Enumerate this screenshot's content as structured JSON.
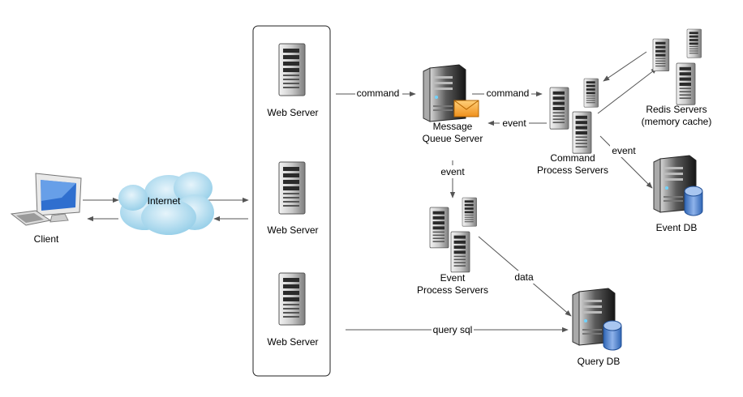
{
  "client": {
    "label": "Client"
  },
  "internet": {
    "label": "Internet"
  },
  "web_servers": [
    {
      "label": "Web  Server"
    },
    {
      "label": "Web  Server"
    },
    {
      "label": "Web  Server"
    }
  ],
  "mq": {
    "line1": "Message",
    "line2": "Queue Server"
  },
  "cmd_servers": {
    "line1": "Command",
    "line2": "Process Servers"
  },
  "redis": {
    "line1": "Redis Servers",
    "line2": "(memory cache)"
  },
  "event_db": {
    "label": "Event DB"
  },
  "event_servers": {
    "line1": "Event",
    "line2": "Process Servers"
  },
  "query_db": {
    "label": "Query DB"
  },
  "edges": {
    "web_to_mq": "command",
    "mq_to_cmd": "command",
    "cmd_to_mq": "event",
    "mq_to_event": "event",
    "cmd_to_eventdb": "event",
    "event_to_querydb": "data",
    "web_to_querydb": "query sql"
  }
}
